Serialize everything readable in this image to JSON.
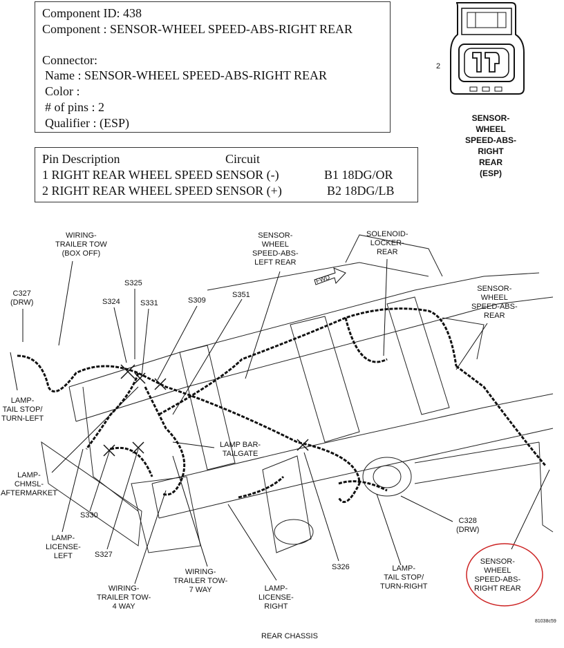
{
  "component_box": {
    "component_id": "Component ID: 438",
    "component": "Component : SENSOR-WHEEL SPEED-ABS-RIGHT REAR",
    "connector_heading": "Connector:",
    "name": "Name : SENSOR-WHEEL SPEED-ABS-RIGHT REAR",
    "color": "Color :",
    "pins": "# of pins :  2",
    "qualifier": "Qualifier :  (ESP)"
  },
  "pin_table": {
    "header_pin": "Pin Description",
    "header_circuit": "Circuit",
    "rows": [
      {
        "desc": "1 RIGHT REAR WHEEL  SPEED SENSOR (-)",
        "circuit": "B1 18DG/OR"
      },
      {
        "desc": "2 RIGHT REAR WHEEL  SPEED SENSOR (+)",
        "circuit": "B2 18DG/LB"
      }
    ]
  },
  "connector_view": {
    "pin_number": "2",
    "caption": [
      "SENSOR-",
      "WHEEL",
      "SPEED-ABS-",
      "RIGHT",
      "REAR",
      "(ESP)"
    ]
  },
  "callouts": {
    "wiring_trailer_tow_box_off": "WIRING-\nTRAILER TOW\n(BOX OFF)",
    "s325": "S325",
    "c327": "C327\n(DRW)",
    "s324": "S324",
    "s331": "S331",
    "s309": "S309",
    "s351": "S351",
    "sensor_left_rear": "SENSOR-\nWHEEL\nSPEED-ABS-\nLEFT REAR",
    "solenoid": "SOLENOID-\nLOCKER-\nREAR",
    "sensor_rear": "SENSOR-\nWHEEL\nSPEED-ABS-\nREAR",
    "fwd": "FWD",
    "lamp_tail_left": "LAMP-\nTAIL STOP/\nTURN-LEFT",
    "lamp_bar": "LAMP BAR-\nTAILGATE",
    "lamp_chmsl": "LAMP-\nCHMSL-\nAFTERMARKET",
    "s330": "S330",
    "lamp_license_left": "LAMP-\nLICENSE-\nLEFT",
    "s327": "S327",
    "wiring_4way": "WIRING-\nTRAILER TOW-\n4 WAY",
    "wiring_7way": "WIRING-\nTRAILER TOW-\n7 WAY",
    "lamp_license_right": "LAMP-\nLICENSE-\nRIGHT",
    "s326": "S326",
    "lamp_tail_right": "LAMP-\nTAIL STOP/\nTURN-RIGHT",
    "c328": "C328\n(DRW)",
    "sensor_right_rear": "SENSOR-\nWHEEL\nSPEED-ABS-\nRIGHT REAR",
    "rear_chassis": "REAR CHASSIS",
    "figure_id": "81038c59"
  },
  "colors": {
    "highlight_circle": "#cc2222",
    "ink": "#111111"
  }
}
